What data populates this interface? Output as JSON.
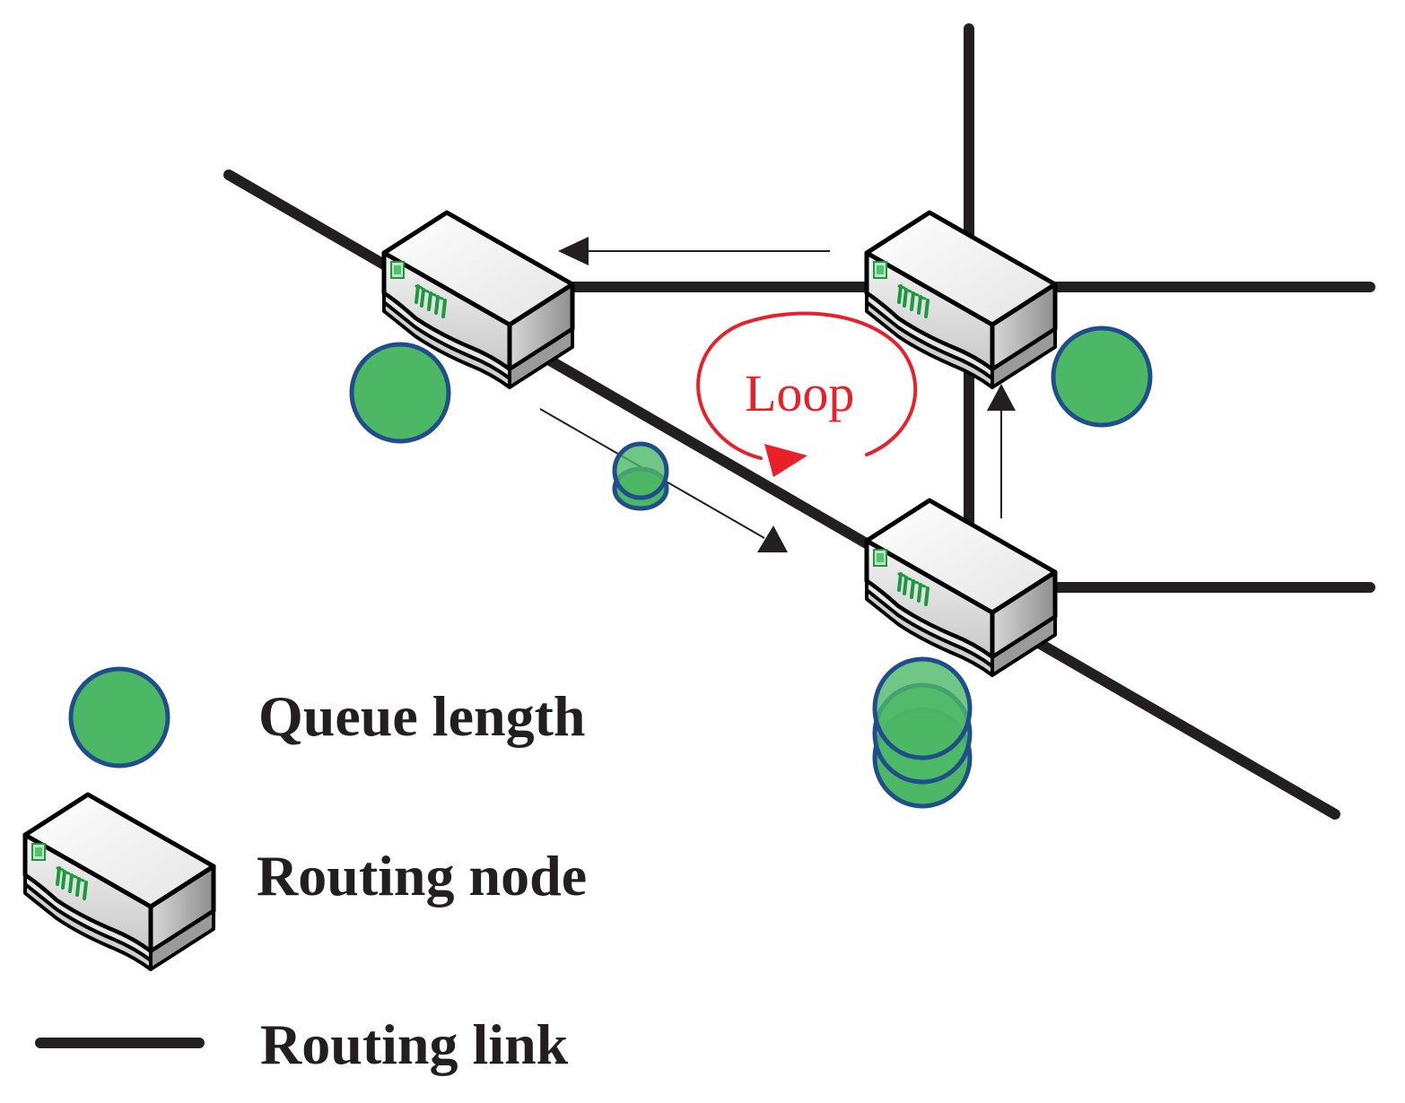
{
  "loop": {
    "label": "Loop",
    "color": "#e8202a"
  },
  "legend": {
    "queue_length": "Queue length",
    "routing_node": "Routing node",
    "routing_link": "Routing link"
  },
  "colors": {
    "link": "#231f20",
    "queue_fill": "#4cb866",
    "queue_stroke": "#1f4e8a",
    "node_led": "#1a9a3c"
  },
  "icons": {
    "node": "router-icon",
    "queue": "queue-circle-icon",
    "link": "routing-link-icon"
  }
}
